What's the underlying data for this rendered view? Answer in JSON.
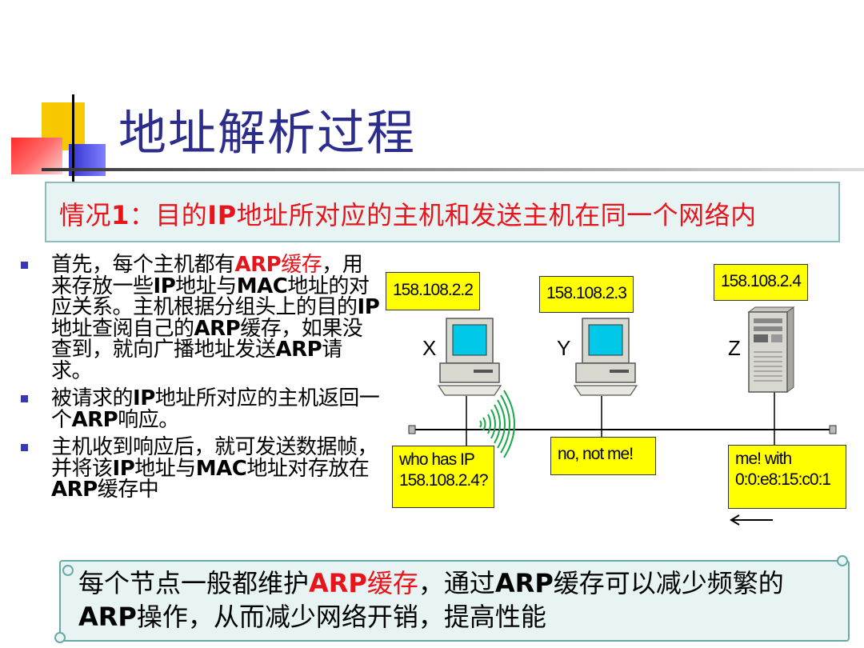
{
  "slide": {
    "title": "地址解析过程",
    "case_box": {
      "prefix": "情况",
      "number": "1",
      "rest_a": "：目的",
      "ip": "IP",
      "rest_b": "地址所对应的主机和发送主机在同一个网络内"
    },
    "bullets": [
      {
        "parts": [
          {
            "t": "首先，每个主机都有",
            "s": ""
          },
          {
            "t": "ARP",
            "s": "b red"
          },
          {
            "t": "缓存",
            "s": "red"
          },
          {
            "t": "，用来存放一些",
            "s": ""
          },
          {
            "t": "IP",
            "s": "b"
          },
          {
            "t": "地址与",
            "s": ""
          },
          {
            "t": "MAC",
            "s": "b"
          },
          {
            "t": "地址的对应关系。主机根据分组头上的目的",
            "s": ""
          },
          {
            "t": "IP",
            "s": "b"
          },
          {
            "t": "地址查阅自己的",
            "s": ""
          },
          {
            "t": "ARP",
            "s": "b"
          },
          {
            "t": "缓存，如果没查到，就向广播地址发送",
            "s": ""
          },
          {
            "t": "ARP",
            "s": "b"
          },
          {
            "t": "请求。",
            "s": ""
          }
        ]
      },
      {
        "parts": [
          {
            "t": "被请求的",
            "s": ""
          },
          {
            "t": "IP",
            "s": "b"
          },
          {
            "t": "地址所对应的主机返回一个",
            "s": ""
          },
          {
            "t": "ARP",
            "s": "b"
          },
          {
            "t": "响应。",
            "s": ""
          }
        ]
      },
      {
        "parts": [
          {
            "t": "主机收到响应后，就可发送数据帧，并将该",
            "s": ""
          },
          {
            "t": "IP",
            "s": "b"
          },
          {
            "t": "地址与",
            "s": ""
          },
          {
            "t": "MAC",
            "s": "b"
          },
          {
            "t": "地址对存放在",
            "s": ""
          },
          {
            "t": "ARP",
            "s": "b"
          },
          {
            "t": "缓存中",
            "s": ""
          }
        ]
      }
    ],
    "diagram": {
      "hosts": [
        {
          "letter": "X",
          "ip": "158.108.2.2",
          "kind": "desktop"
        },
        {
          "letter": "Y",
          "ip": "158.108.2.3",
          "kind": "desktop"
        },
        {
          "letter": "Z",
          "ip": "158.108.2.4",
          "kind": "server"
        }
      ],
      "messages": {
        "request_line1": "who has IP",
        "request_line2": "158.108.2.4?",
        "reply_y": "no, not me!",
        "reply_z_line1": "me! with",
        "reply_z_line2": "0:0:e8:15:c0:1"
      },
      "arrow": "←"
    },
    "summary": {
      "parts": [
        {
          "t": "每个节点一般都维护",
          "s": ""
        },
        {
          "t": "ARP",
          "s": "b red"
        },
        {
          "t": "缓存",
          "s": "red"
        },
        {
          "t": "，通过",
          "s": ""
        },
        {
          "t": "ARP",
          "s": "b"
        },
        {
          "t": "缓存可以减少频繁的",
          "s": ""
        },
        {
          "t": "ARP",
          "s": "b"
        },
        {
          "t": "操作，从而减少网络开销，提高性能",
          "s": ""
        }
      ]
    },
    "colors": {
      "title": "#2c2c8c",
      "highlight_red": "#e8141c",
      "label_yellow": "#ffff00",
      "box_fill": "#e8f4f4",
      "bullet_square": "#3838b0"
    }
  }
}
